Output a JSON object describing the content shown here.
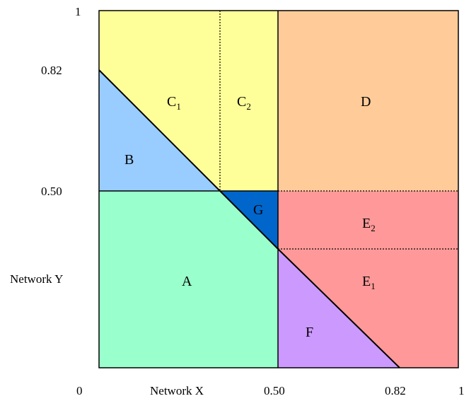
{
  "axes": {
    "x_label": "Network X",
    "y_label": "Network Y",
    "x_ticks": {
      "zero": "0",
      "mid": "0.50",
      "hi": "0.82",
      "one": "1"
    },
    "y_ticks": {
      "one": "1",
      "hi": "0.82",
      "mid": "0.50"
    }
  },
  "regions": {
    "A": {
      "letter": "A",
      "color": "#99ffcc"
    },
    "B": {
      "letter": "B",
      "color": "#99ccff"
    },
    "C1": {
      "letter": "C",
      "sub": "1",
      "color": "#ffff99"
    },
    "C2": {
      "letter": "C",
      "sub": "2",
      "color": "#ffff99"
    },
    "D": {
      "letter": "D",
      "color": "#ffcc99"
    },
    "E1": {
      "letter": "E",
      "sub": "1",
      "color": "#ff9999"
    },
    "E2": {
      "letter": "E",
      "sub": "2",
      "color": "#ff9999"
    },
    "F": {
      "letter": "F",
      "color": "#cc99ff"
    },
    "G": {
      "letter": "G",
      "color": "#0066cc"
    }
  }
}
